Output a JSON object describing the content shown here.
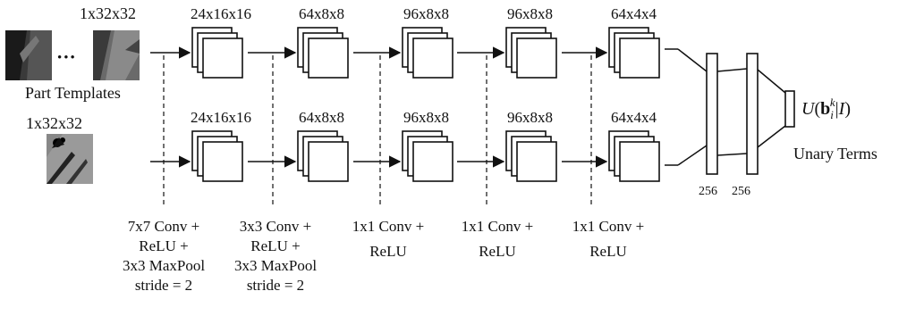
{
  "templates": {
    "top_size": "1x32x32",
    "bottom_size": "1x32x32",
    "top_caption": "Part Templates",
    "ellipsis": "•••"
  },
  "stages": {
    "top": [
      "24x16x16",
      "64x8x8",
      "96x8x8",
      "96x8x8",
      "64x4x4"
    ],
    "bottom": [
      "24x16x16",
      "64x8x8",
      "96x8x8",
      "96x8x8",
      "64x4x4"
    ]
  },
  "ops": [
    [
      "7x7 Conv +",
      "ReLU +",
      "3x3 MaxPool",
      "stride = 2"
    ],
    [
      "3x3 Conv +",
      "ReLU +",
      "3x3 MaxPool",
      "stride = 2"
    ],
    [
      "1x1 Conv +",
      "ReLU"
    ],
    [
      "1x1 Conv +",
      "ReLU"
    ],
    [
      "1x1 Conv +",
      "ReLU"
    ]
  ],
  "fc": [
    "256",
    "256"
  ],
  "output": {
    "formula": "U(b_i^k | I)",
    "caption": "Unary Terms"
  }
}
